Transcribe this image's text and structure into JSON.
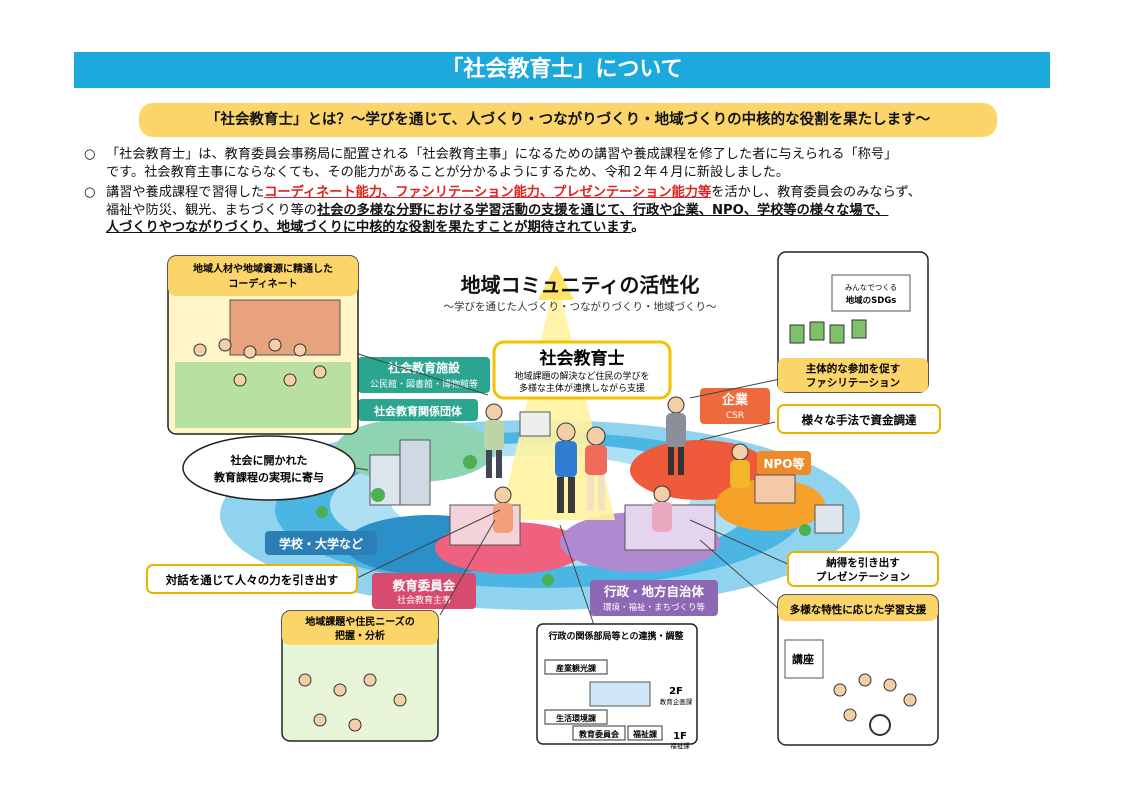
{
  "header": {
    "title": "「社会教育士」について",
    "subtitle": "「社会教育士」とは？～学びを通じて、人づくり・つながりづくり・地域づくりの中核的な役割を果たします～"
  },
  "paragraphs": [
    {
      "bullet": "○",
      "line1": "「社会教育士」は、教育委員会事務局に配置される「社会教育主事」になるための講習や養成課程を修了した者に与えられる「称号」",
      "line2": "です。社会教育主事にならなくても、その能力があることが分かるようにするため、令和２年４月に新設しました。"
    },
    {
      "bullet": "○",
      "pre": "講習や養成課程で習得した",
      "highlight": "コーディネート能力、ファシリテーション能力、プレゼンテーション能力等",
      "post1": "を活かし、教育委員会のみならず、",
      "line2_plain": "福祉や防災、観光、まちづくり等の",
      "line2_ul": "社会の多様な分野における学習活動の支援を通じて、行政や企業、NPO、学校等の様々な場で、",
      "line3_ul": "人づくりやつながりづくり、地域づくりに中核的な役割を果たすことが期待されています",
      "line3_end": "。"
    }
  ],
  "diagram": {
    "center_title": "地域コミュニティの活性化",
    "center_subtitle": "～学びを通じた人づくり・つながりづくり・地域づくり～",
    "core_title": "社会教育士",
    "core_desc1": "地域課題の解決など住民の学びを",
    "core_desc2": "多様な主体が連携しながら支援",
    "sectors": {
      "facility": "社会教育施設",
      "facility_sub": "公民館・図書館・博物館等",
      "groups": "社会教育関係団体",
      "company": "企業",
      "company_sub": "CSR",
      "npo": "NPO等",
      "school": "学校・大学など",
      "board": "教育委員会",
      "board_sub": "社会教育主事",
      "gov": "行政・地方自治体",
      "gov_sub": "環境・福祉・まちづくり等"
    },
    "callouts": {
      "coordinate1": "地域人材や地域資源に精通した",
      "coordinate2": "コーディネート",
      "facilitation1": "主体的な参加を促す",
      "facilitation2": "ファシリテーション",
      "funding": "様々な手法で資金調達",
      "curriculum1": "社会に開かれた",
      "curriculum2": "教育課程の実現に寄与",
      "dialogue": "対話を通じて人々の力を引き出す",
      "presentation1": "納得を引き出す",
      "presentation2": "プレゼンテーション",
      "needs1": "地域課題や住民ニーズの",
      "needs2": "把握・分析",
      "collab": "行政の関係部局等との連携・調整",
      "learning": "多様な特性に応じた学習支援"
    },
    "scene_labels": {
      "sdgs1": "みんなでつくる",
      "sdgs2": "地域のSDGs",
      "tourism": "産業観光課",
      "env": "生活環境課",
      "edu": "教育委員会",
      "welfare": "福祉課",
      "floor2": "2F",
      "floor2_sub": "教育企画課",
      "floor1": "1F",
      "floor1_sub": "福祉課",
      "lecture": "講座"
    }
  },
  "colors": {
    "title_bar": "#1ea9dd",
    "subtitle_bg": "#fbd46a",
    "highlight_red": "#e0201e",
    "teal_label": "#2aa58f",
    "blue_label": "#2b7fb6",
    "pink_label": "#d84b70",
    "purple_label": "#8e67b5",
    "orange_label": "#ee6a3c"
  }
}
